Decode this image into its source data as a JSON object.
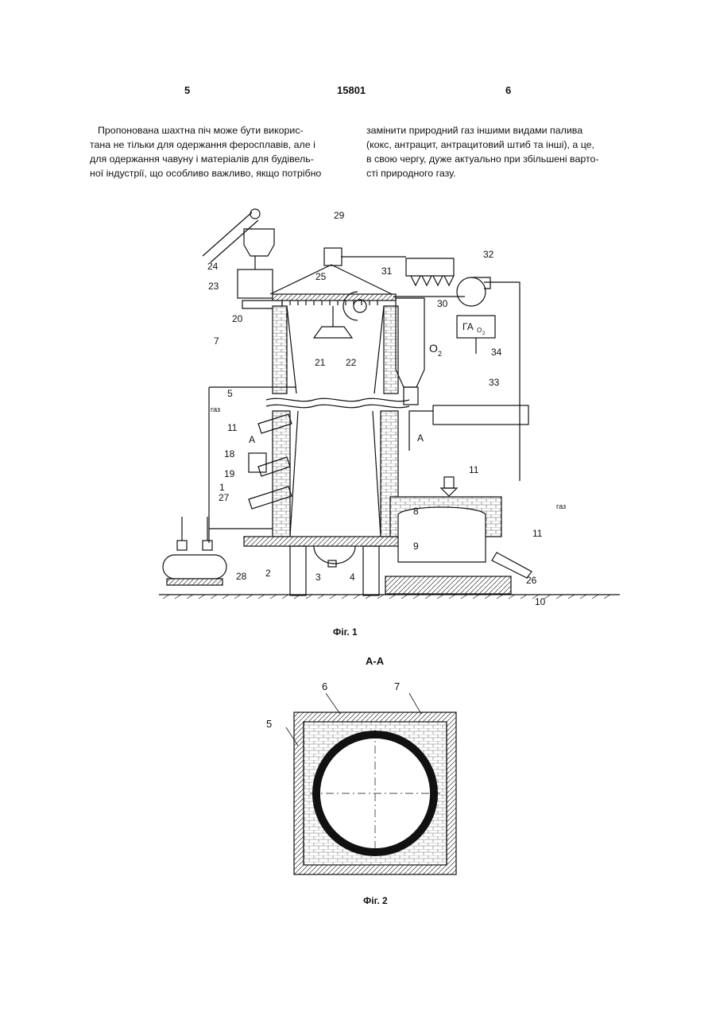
{
  "header": {
    "left_page": "5",
    "patent_number": "15801",
    "right_page": "6"
  },
  "text": {
    "left_lines": [
      "Пропонована шахтна піч може бути викорис-",
      "тана не тільки для одержання феросплавів, але і",
      "для одержання чавуну і матеріалів для будівель-",
      "ної індустрії, що особливо важливо, якщо потрібно"
    ],
    "right_lines": [
      "замінити природний газ іншими видами палива",
      "(кокс, антрацит, антрацитовий штиб та інші), а це,",
      "в свою чергу, дуже актуально при збільшені варто-",
      "сті природного газу."
    ]
  },
  "figure1": {
    "caption": "Фіг. 1",
    "labels": {
      "l1": "1",
      "l2": "2",
      "l3": "3",
      "l4": "4",
      "l5": "5",
      "l7": "7",
      "l8": "8",
      "l9": "9",
      "l10": "10",
      "l11a": "11",
      "l11b": "11",
      "l11c": "11",
      "l18": "18",
      "l19": "19",
      "l20": "20",
      "l21": "21",
      "l22": "22",
      "l23": "23",
      "l24": "24",
      "l25": "25",
      "l26": "26",
      "l27": "27",
      "l28": "28",
      "l29": "29",
      "l30": "30",
      "l31": "31",
      "l32": "32",
      "l33": "33",
      "l34": "34",
      "gas_left": "газ",
      "gas_right": "газ",
      "section_a1": "А",
      "section_a2": "А",
      "analyzer": "ГА",
      "analyzer_sub": "O",
      "analyzer_sub2": "2",
      "oxygen": "O",
      "oxygen_sub": "2"
    }
  },
  "figure2": {
    "title": "А-А",
    "caption": "Фіг. 2",
    "labels": {
      "l5": "5",
      "l6": "6",
      "l7": "7"
    }
  }
}
